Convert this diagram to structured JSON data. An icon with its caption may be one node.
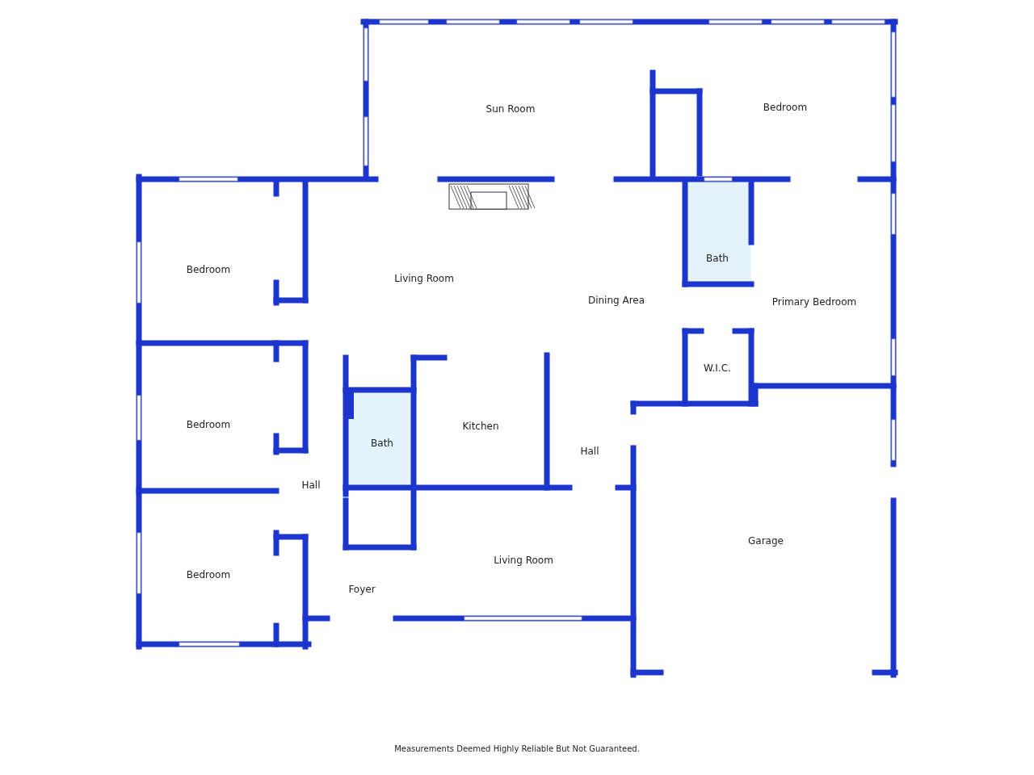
{
  "diagram": {
    "caption": "Measurements Deemed Highly Reliable But Not Guaranteed.",
    "labels": [
      "Sun Room",
      "Bedroom",
      "Bath",
      "Bedroom",
      "Living Room",
      "Dining Area",
      "Primary Bedroom",
      "W.I.C.",
      "Bedroom",
      "Kitchen",
      "Bath",
      "Hall",
      "Hall",
      "Garage",
      "Living Room",
      "Bedroom",
      "Foyer"
    ]
  }
}
